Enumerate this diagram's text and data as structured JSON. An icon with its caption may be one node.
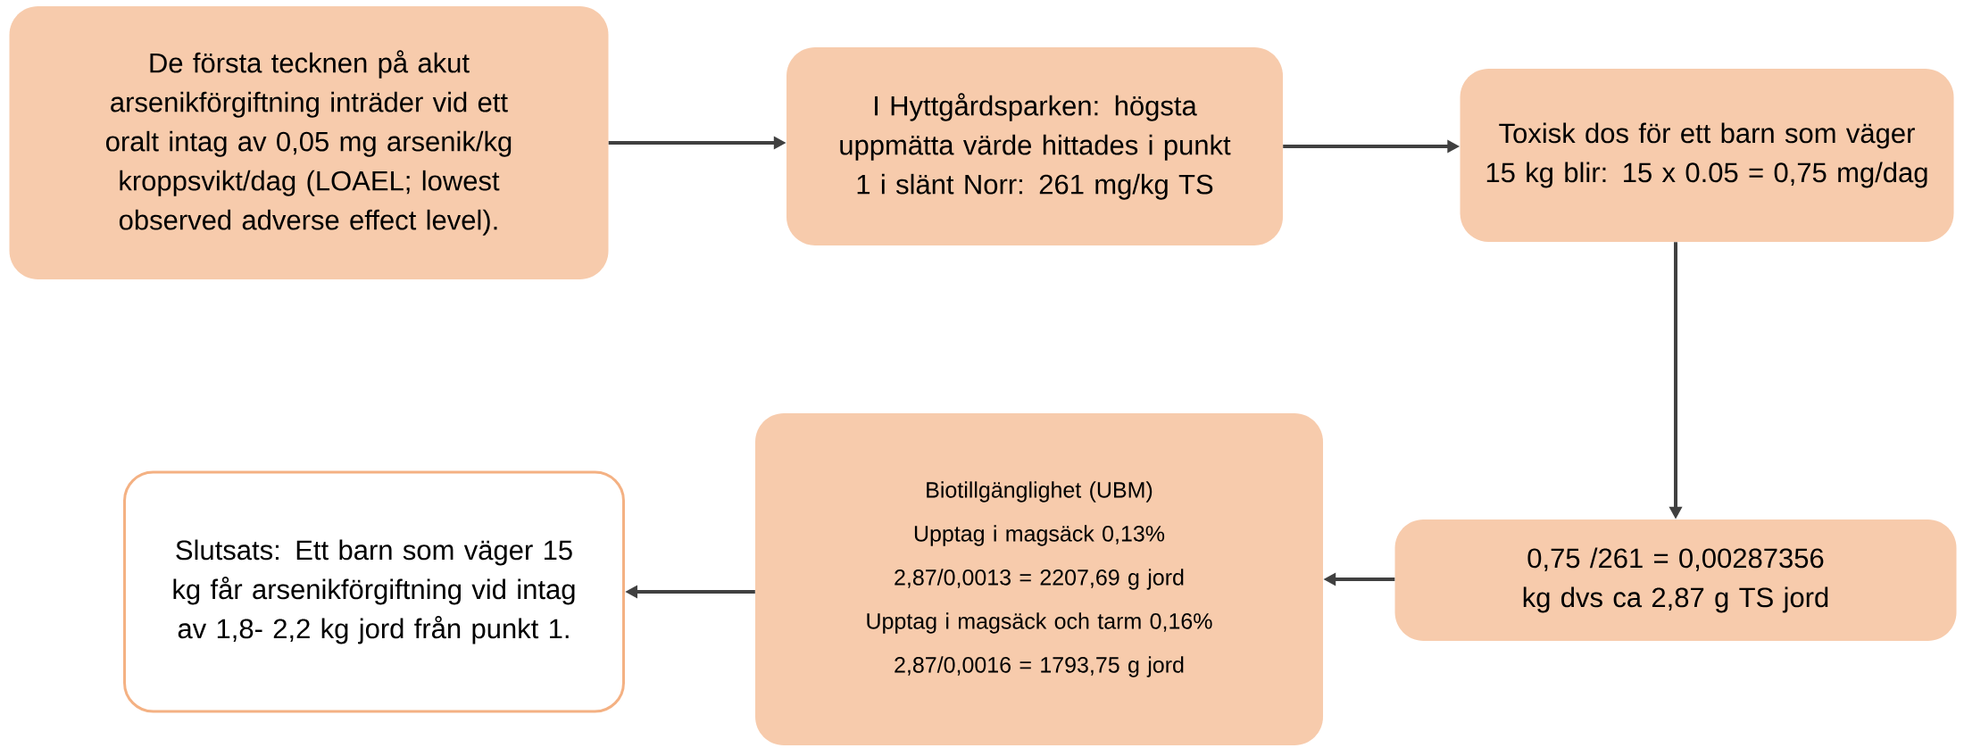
{
  "diagram": {
    "nodes": [
      {
        "text": [
          "De första tecknen på akut arsenikförgiftning inträder vid ett oralt intag av 0,05 mg arsenik/kg kroppsvikt/dag (LOAEL; lowest observed adverse effect level)."
        ]
      },
      {
        "text": [
          "I Hyttgårdsparken: högsta uppmätta värde hittades i punkt 1 i slänt Norr: 261 mg/kg TS"
        ]
      },
      {
        "text": [
          "Toxisk dos för ett barn som väger 15 kg blir: 15 x 0.05 = 0,75 mg/dag"
        ]
      },
      {
        "text": [
          "0,75 /261 = 0,00287356 kg dvs ca 2,87 g  TS jord"
        ]
      },
      {
        "text": [
          "Biotillgänglighet (UBM)",
          "Upptag i magsäck 0,13%",
          "2,87/0,0013 = 2207,69 g jord",
          "Upptag i magsäck och tarm 0,16%",
          "2,87/0,0016 = 1793,75 g jord"
        ]
      },
      {
        "text": [
          "Slutsats: Ett barn som väger 15 kg får arsenikförgiftning vid intag av 1,8- 2,2 kg jord från punkt 1."
        ]
      }
    ],
    "edges": [
      {
        "from": 0,
        "to": 1,
        "arrow": "to"
      },
      {
        "from": 1,
        "to": 2,
        "arrow": "to"
      },
      {
        "from": 2,
        "to": 3,
        "arrow": "to"
      },
      {
        "from": 3,
        "to": 4,
        "arrow": "to"
      },
      {
        "from": 4,
        "to": 5,
        "arrow": "to"
      }
    ]
  }
}
